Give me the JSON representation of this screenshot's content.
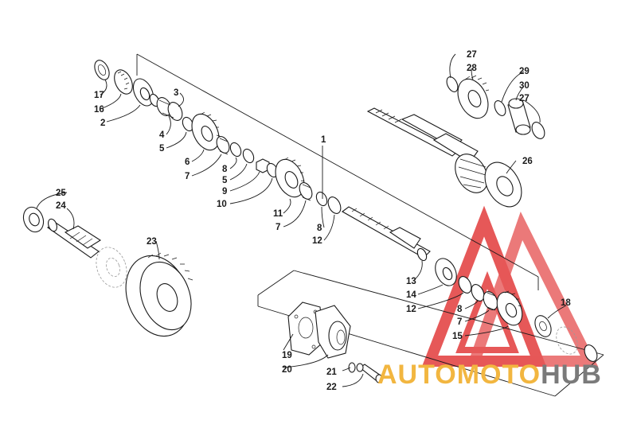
{
  "diagram": {
    "labels": [
      {
        "id": "1",
        "text": "1"
      },
      {
        "id": "2",
        "text": "2"
      },
      {
        "id": "3",
        "text": "3"
      },
      {
        "id": "4",
        "text": "4"
      },
      {
        "id": "5a",
        "text": "5"
      },
      {
        "id": "5b",
        "text": "5"
      },
      {
        "id": "6",
        "text": "6"
      },
      {
        "id": "7a",
        "text": "7"
      },
      {
        "id": "7b",
        "text": "7"
      },
      {
        "id": "7c",
        "text": "7"
      },
      {
        "id": "8a",
        "text": "8"
      },
      {
        "id": "8b",
        "text": "8"
      },
      {
        "id": "8c",
        "text": "8"
      },
      {
        "id": "9",
        "text": "9"
      },
      {
        "id": "10",
        "text": "10"
      },
      {
        "id": "11",
        "text": "11"
      },
      {
        "id": "12a",
        "text": "12"
      },
      {
        "id": "12b",
        "text": "12"
      },
      {
        "id": "13",
        "text": "13"
      },
      {
        "id": "14",
        "text": "14"
      },
      {
        "id": "15",
        "text": "15"
      },
      {
        "id": "16",
        "text": "16"
      },
      {
        "id": "17",
        "text": "17"
      },
      {
        "id": "18",
        "text": "18"
      },
      {
        "id": "19",
        "text": "19"
      },
      {
        "id": "20",
        "text": "20"
      },
      {
        "id": "21",
        "text": "21"
      },
      {
        "id": "22",
        "text": "22"
      },
      {
        "id": "23",
        "text": "23"
      },
      {
        "id": "24",
        "text": "24"
      },
      {
        "id": "25",
        "text": "25"
      },
      {
        "id": "26",
        "text": "26"
      },
      {
        "id": "27a",
        "text": "27"
      },
      {
        "id": "27b",
        "text": "27"
      },
      {
        "id": "28",
        "text": "28"
      },
      {
        "id": "29",
        "text": "29"
      },
      {
        "id": "30",
        "text": "30"
      }
    ]
  },
  "watermark": {
    "part1": "AUTO",
    "part2": "MOTO",
    "part3": "HUB",
    "color_auto": "#f2b640",
    "color_moto": "#f2b640",
    "color_hub": "#7a7a7a",
    "logo_color": "#e23b3b"
  }
}
